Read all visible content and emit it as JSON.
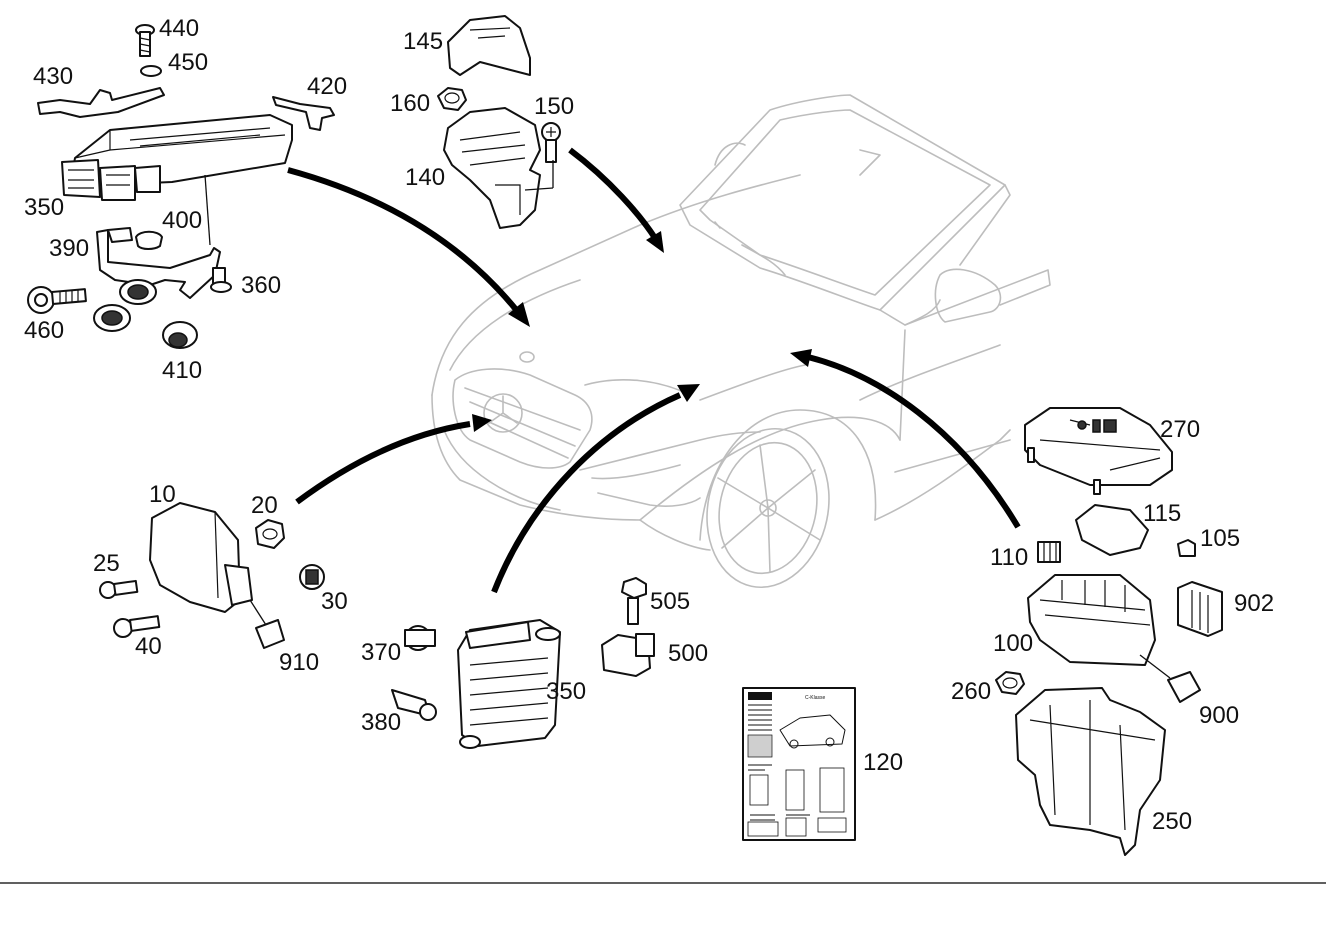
{
  "diagram": {
    "callouts": [
      {
        "id": "c440",
        "text": "440"
      },
      {
        "id": "c450",
        "text": "450"
      },
      {
        "id": "c430",
        "text": "430"
      },
      {
        "id": "c420",
        "text": "420"
      },
      {
        "id": "c350a",
        "text": "350"
      },
      {
        "id": "c400",
        "text": "400"
      },
      {
        "id": "c390",
        "text": "390"
      },
      {
        "id": "c360",
        "text": "360"
      },
      {
        "id": "c460",
        "text": "460"
      },
      {
        "id": "c410",
        "text": "410"
      },
      {
        "id": "c145",
        "text": "145"
      },
      {
        "id": "c160",
        "text": "160"
      },
      {
        "id": "c150",
        "text": "150"
      },
      {
        "id": "c140",
        "text": "140"
      },
      {
        "id": "c270",
        "text": "270"
      },
      {
        "id": "c115",
        "text": "115"
      },
      {
        "id": "c105",
        "text": "105"
      },
      {
        "id": "c110",
        "text": "110"
      },
      {
        "id": "c902",
        "text": "902"
      },
      {
        "id": "c100",
        "text": "100"
      },
      {
        "id": "c260",
        "text": "260"
      },
      {
        "id": "c900",
        "text": "900"
      },
      {
        "id": "c250",
        "text": "250"
      },
      {
        "id": "c10",
        "text": "10"
      },
      {
        "id": "c20",
        "text": "20"
      },
      {
        "id": "c25",
        "text": "25"
      },
      {
        "id": "c30",
        "text": "30"
      },
      {
        "id": "c40",
        "text": "40"
      },
      {
        "id": "c910",
        "text": "910"
      },
      {
        "id": "c505",
        "text": "505"
      },
      {
        "id": "c500",
        "text": "500"
      },
      {
        "id": "c370",
        "text": "370"
      },
      {
        "id": "c380",
        "text": "380"
      },
      {
        "id": "c350b",
        "text": "350"
      },
      {
        "id": "c120",
        "text": "120"
      }
    ],
    "sheet": {
      "model": "C-Klasse"
    }
  }
}
